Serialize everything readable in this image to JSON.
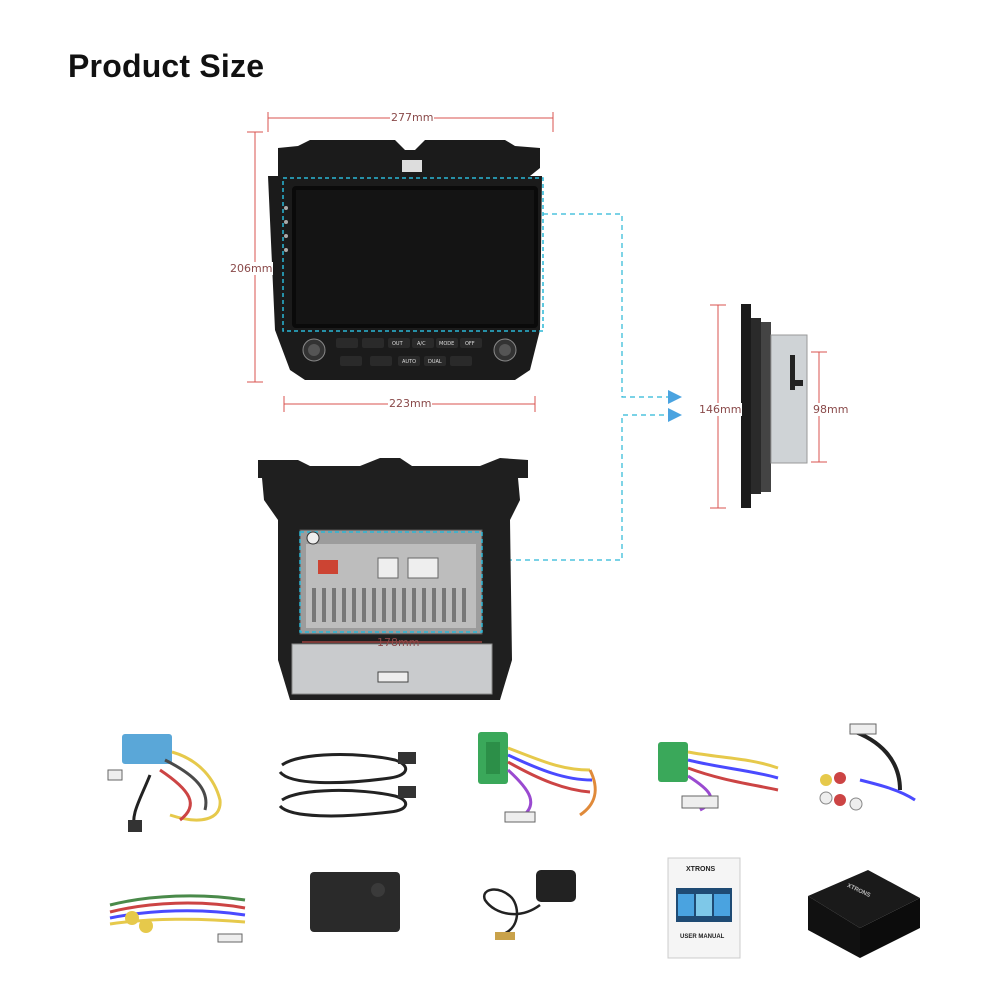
{
  "header": {
    "title": "Product Size"
  },
  "dimensions": {
    "width_top": "277mm",
    "height_left": "206mm",
    "width_bottom": "223mm",
    "side_height": "146mm",
    "side_depth": "98mm",
    "rear_width": "178mm"
  },
  "panel_buttons": {
    "row1": [
      "OUT",
      "A/C",
      "MODE",
      "OFF"
    ],
    "row2": [
      "AUTO",
      "DUAL"
    ]
  },
  "accessories": {
    "manual_brand": "XTRONS",
    "manual_label": "USER MANUAL",
    "box_brand": "XTRONS"
  },
  "colors": {
    "dimension_line": "#d9534f",
    "guide_line": "#2ab7d6",
    "arrow": "#4aa3e0"
  }
}
